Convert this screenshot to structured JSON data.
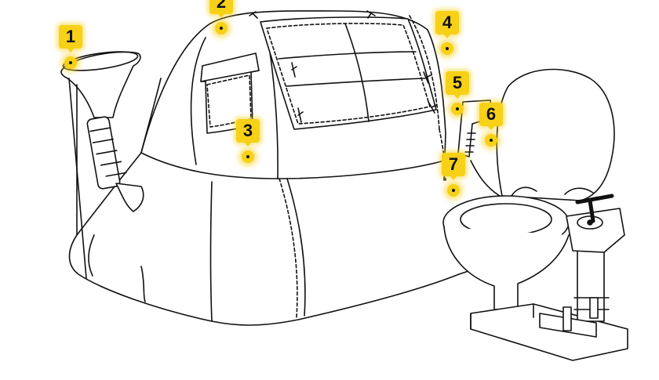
{
  "callouts": [
    {
      "label": "1",
      "part": "funnel-urinal"
    },
    {
      "label": "2",
      "part": "tent-roof"
    },
    {
      "label": "3",
      "part": "tent-body-pocket"
    },
    {
      "label": "4",
      "part": "tent-seam"
    },
    {
      "label": "5",
      "part": "hose-clamp"
    },
    {
      "label": "6",
      "part": "toilet-connection"
    },
    {
      "label": "7",
      "part": "toilet-cover-seal"
    }
  ],
  "colors": {
    "marker": "#f7d117",
    "line": "#111111",
    "background": "#ffffff"
  }
}
